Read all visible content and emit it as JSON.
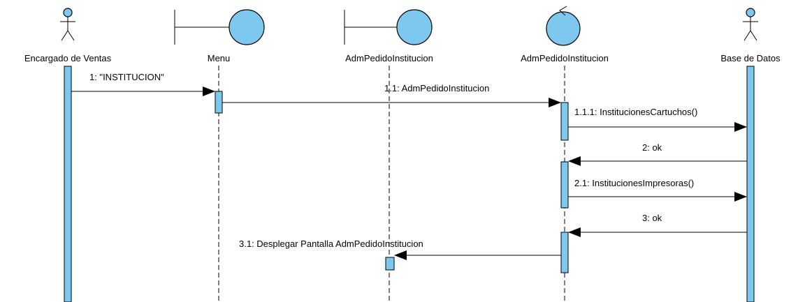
{
  "diagram": {
    "colors": {
      "activation": "#7ec8f0",
      "line": "#000000",
      "background": "#ffffff"
    },
    "participants": [
      {
        "id": "p1",
        "label": "Encargado de Ventas",
        "kind": "actor"
      },
      {
        "id": "p2",
        "label": "Menu",
        "kind": "boundary"
      },
      {
        "id": "p3",
        "label": "AdmPedidoInstitucion",
        "kind": "boundary"
      },
      {
        "id": "p4",
        "label": "AdmPedidoInstitucion",
        "kind": "control"
      },
      {
        "id": "p5",
        "label": "Base de Datos",
        "kind": "actor"
      }
    ],
    "messages": [
      {
        "id": "m1",
        "label": "1: \"INSTITUCION\"",
        "from": "p1",
        "to": "p2"
      },
      {
        "id": "m2",
        "label": "1.1: AdmPedidoInstitucion",
        "from": "p2",
        "to": "p4"
      },
      {
        "id": "m3",
        "label": "1.1.1: InstitucionesCartuchos()",
        "from": "p4",
        "to": "p5"
      },
      {
        "id": "m4",
        "label": "2: ok",
        "from": "p5",
        "to": "p4"
      },
      {
        "id": "m5",
        "label": "2.1: InstitucionesImpresoras()",
        "from": "p4",
        "to": "p5"
      },
      {
        "id": "m6",
        "label": "3: ok",
        "from": "p5",
        "to": "p4"
      },
      {
        "id": "m7",
        "label": "3.1: Desplegar Pantalla AdmPedidoInstitucion",
        "from": "p4",
        "to": "p3"
      }
    ]
  }
}
